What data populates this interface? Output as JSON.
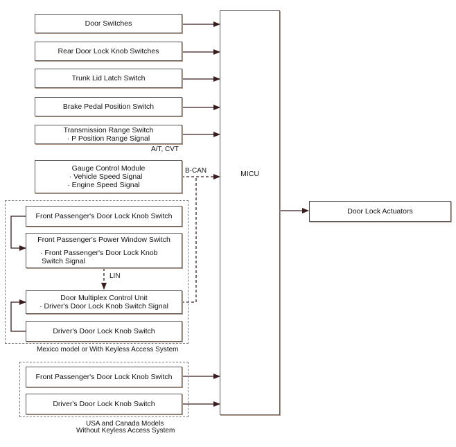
{
  "inputs": {
    "door_switches": "Door Switches",
    "rear_knob": "Rear Door Lock Knob Switches",
    "trunk": "Trunk Lid Latch Switch",
    "brake": "Brake Pedal Position Switch",
    "trans_title": "Transmission Range Switch",
    "trans_signal": "· P Position Range Signal",
    "trans_note": "A/T, CVT",
    "gauge_title": "Gauge Control Module",
    "gauge_sig1": "· Vehicle Speed Signal",
    "gauge_sig2": "· Engine Speed Signal",
    "bcan": "B-CAN"
  },
  "mexico_group": {
    "fp_knob": "Front Passenger's Door Lock Knob Switch",
    "fp_pw_title": "Front Passenger's Power Window Switch",
    "fp_pw_sig1": "· Front Passenger's Door Lock Knob",
    "fp_pw_sig2": "Switch Signal",
    "lin": "LIN",
    "dmcu_title": "Door Multiplex Control Unit",
    "dmcu_sig": "· Driver's Door Lock Knob Switch Signal",
    "drv_knob": "Driver's Door Lock Knob Switch",
    "caption": "Mexico model or With Keyless Access System"
  },
  "usa_group": {
    "fp_knob": "Front Passenger's Door Lock Knob Switch",
    "drv_knob": "Driver's Door Lock Knob Switch",
    "caption1": "USA and Canada Models",
    "caption2": "Without Keyless Access System"
  },
  "micu": "MICU",
  "output": "Door Lock Actuators",
  "colors": {
    "arrow": "#3a1e1e",
    "border": "#555555",
    "shadow": "#b89a88"
  }
}
